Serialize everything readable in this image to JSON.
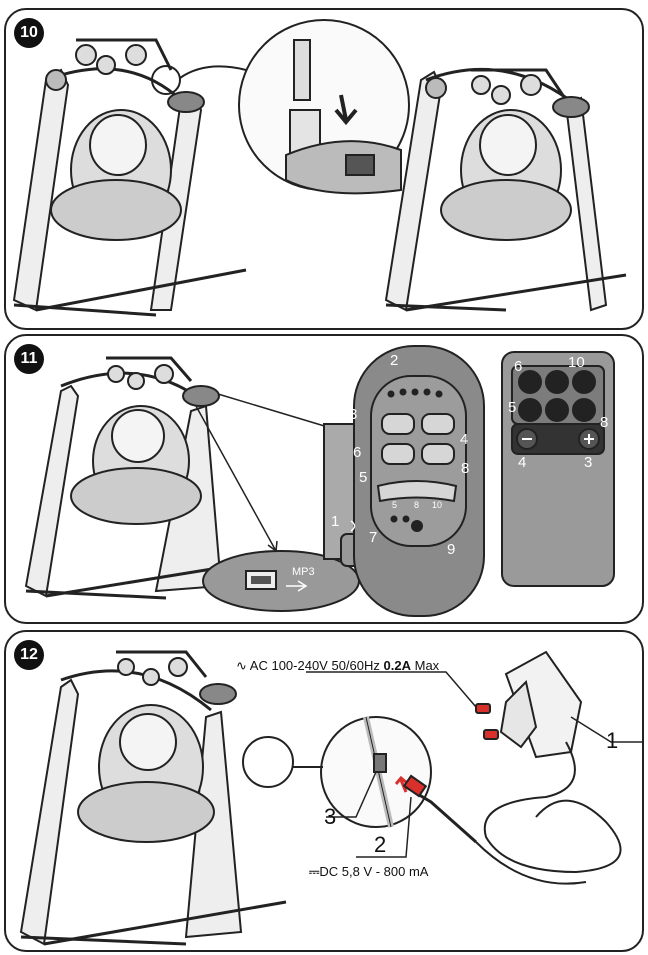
{
  "steps": [
    {
      "number": "10"
    },
    {
      "number": "11"
    },
    {
      "number": "12"
    }
  ],
  "control_panel": {
    "callouts": [
      "1",
      "2",
      "3",
      "4",
      "5",
      "6",
      "7",
      "8",
      "9"
    ],
    "dial_ticks": [
      "5",
      "8",
      "10"
    ]
  },
  "usb_port": {
    "label": "MP3"
  },
  "remote": {
    "callouts": [
      "6",
      "10",
      "5",
      "8",
      "4",
      "3"
    ]
  },
  "power": {
    "ac_spec_prefix": "AC 100-240V 50/60Hz",
    "ac_spec_current": "0.2A",
    "ac_spec_suffix": "Max",
    "dc_spec": "DC 5,8 V - 800 mA",
    "callouts": [
      "1",
      "2",
      "3"
    ]
  },
  "colors": {
    "outline": "#222222",
    "panel_gray": "#8a8a8a",
    "remote_gray": "#9a9a9a",
    "plug_red": "#d9302c",
    "arrow_red": "#d9302c"
  }
}
